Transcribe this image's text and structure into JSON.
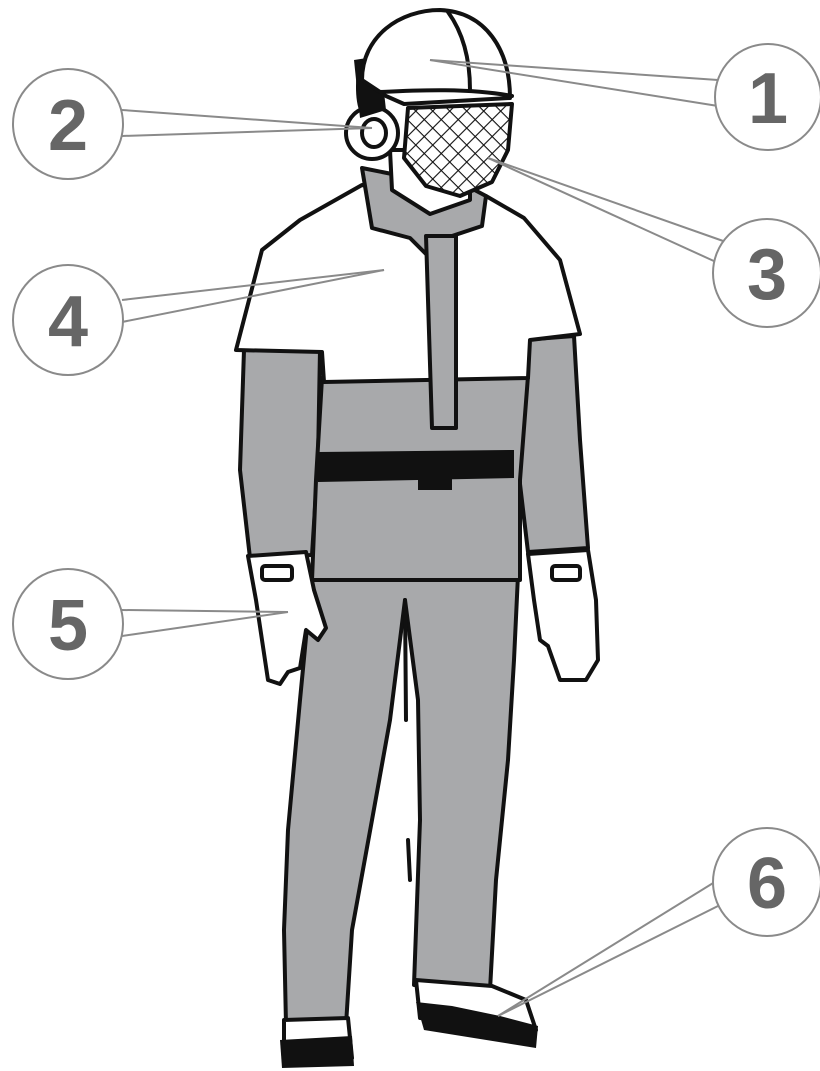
{
  "colors": {
    "ink": "#111111",
    "garment_gray": "#a8a9ab",
    "light": "#ffffff",
    "callout_stroke": "#8a8a8a",
    "callout_text": "#666666"
  },
  "callouts": [
    {
      "number": "1",
      "item": "helmet"
    },
    {
      "number": "2",
      "item": "ear-protector"
    },
    {
      "number": "3",
      "item": "mesh-visor"
    },
    {
      "number": "4",
      "item": "jacket"
    },
    {
      "number": "5",
      "item": "gloves"
    },
    {
      "number": "6",
      "item": "boots"
    }
  ]
}
